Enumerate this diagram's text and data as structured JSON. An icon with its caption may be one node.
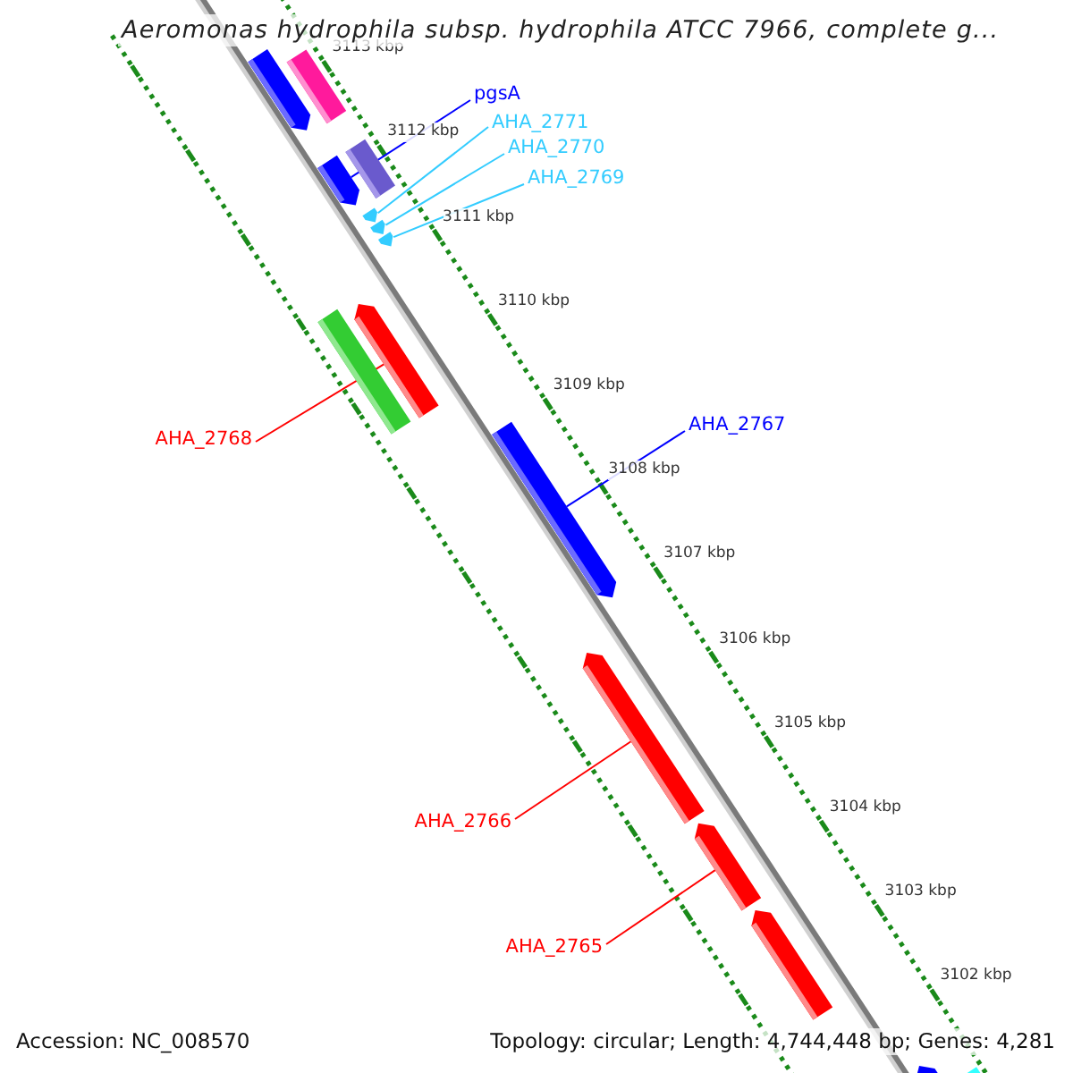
{
  "diagram": {
    "title": "Aeromonas hydrophila subsp. hydrophila ATCC 7966, complete g...",
    "nodes": [
      {
        "text": [
          "pgsA"
        ]
      },
      {
        "text": [
          "AHA_2771"
        ]
      },
      {
        "text": [
          "AHA_2770"
        ]
      },
      {
        "text": [
          "AHA_2769"
        ]
      },
      {
        "text": [
          "AHA_2767"
        ]
      },
      {
        "text": [
          "AHA_2768"
        ]
      },
      {
        "text": [
          "AHA_2766"
        ]
      },
      {
        "text": [
          "AHA_2765"
        ]
      },
      {
        "text": [],
        "shape": "arrow"
      },
      {
        "text": [],
        "shape": "arrow"
      },
      {
        "text": [],
        "shape": "arrow"
      },
      {
        "text": [],
        "shape": "arrow"
      },
      {
        "text": [],
        "shape": "arrow"
      },
      {
        "text": [],
        "shape": "arrow"
      },
      {
        "text": [],
        "shape": "arrow"
      },
      {
        "text": [],
        "shape": "arrow"
      },
      {
        "text": [],
        "shape": "arrow"
      },
      {
        "text": [],
        "shape": "arrow"
      },
      {
        "text": [],
        "shape": "arrow"
      },
      {
        "text": [],
        "shape": "arrow"
      },
      {
        "text": [],
        "shape": "arrow"
      },
      {
        "text": [],
        "shape": "arrow"
      },
      {
        "text": [],
        "shape": "arrow"
      }
    ],
    "edges": [
      {
        "from": 0,
        "to": 10,
        "arrow": "none",
        "color": "#0000ff"
      },
      {
        "from": 1,
        "to": 12,
        "arrow": "none",
        "color": "#33ccff"
      },
      {
        "from": 2,
        "to": 13,
        "arrow": "none",
        "color": "#33ccff"
      },
      {
        "from": 3,
        "to": 14,
        "arrow": "none",
        "color": "#33ccff"
      },
      {
        "from": 4,
        "to": 17,
        "arrow": "none",
        "color": "#0000ff"
      },
      {
        "from": 5,
        "to": 16,
        "arrow": "none",
        "color": "#ff0000"
      },
      {
        "from": 6,
        "to": 18,
        "arrow": "none",
        "color": "#ff0000"
      },
      {
        "from": 7,
        "to": 19,
        "arrow": "none",
        "color": "#ff0000"
      }
    ],
    "labels": [
      "3113 kbp",
      "3112 kbp",
      "3111 kbp",
      "3110 kbp",
      "3109 kbp",
      "3108 kbp",
      "3107 kbp",
      "3106 kbp",
      "3105 kbp",
      "3104 kbp",
      "3103 kbp",
      "3102 kbp",
      "Accession: NC_008570",
      "Topology: circular; Length: 4,744,448 bp; Genes: 4,281"
    ]
  }
}
